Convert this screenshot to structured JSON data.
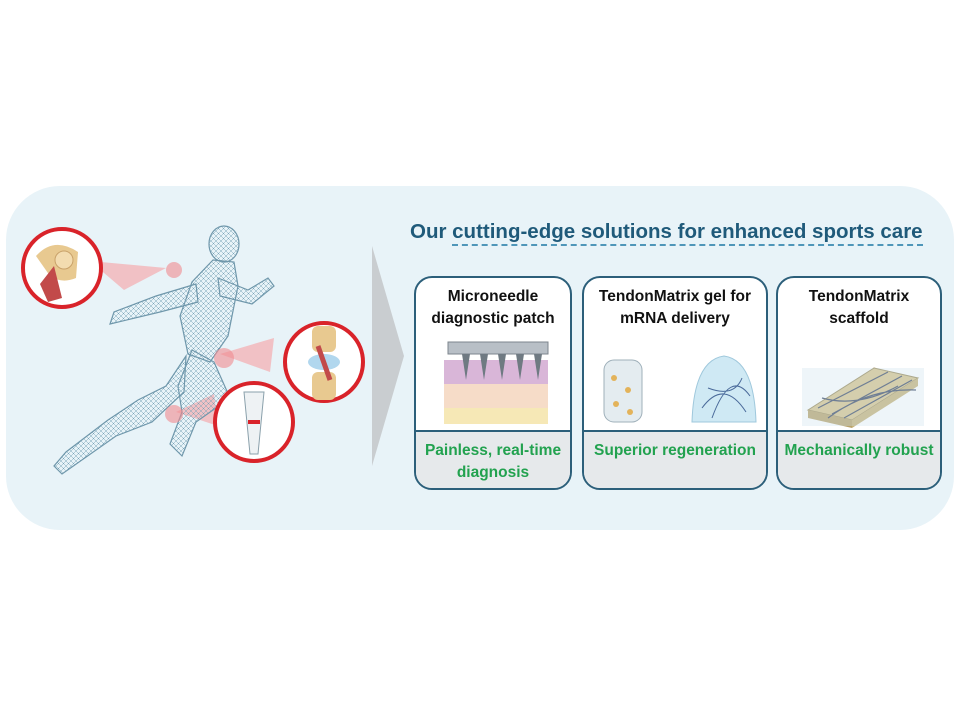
{
  "header": {
    "title_prefix": "Our ",
    "title_highlight": "cutting-edge solutions for enhanced sports care"
  },
  "cards": [
    {
      "title": "Microneedle diagnostic patch",
      "footer": "Painless, real-time diagnosis",
      "illustration": "microneedle-patch-icon"
    },
    {
      "title": "TendonMatrix gel for mRNA delivery",
      "footer": "Superior regeneration",
      "illustration": "hydrogel-icon"
    },
    {
      "title": "TendonMatrix scaffold",
      "footer": "Mechanically robust",
      "illustration": "scaffold-icon"
    }
  ],
  "injury_sites": [
    "shoulder-joint-icon",
    "knee-joint-icon",
    "achilles-tendon-icon"
  ],
  "colors": {
    "panel_bg": "#e8f3f8",
    "title": "#1f5a7a",
    "card_border": "#2c5f7a",
    "footer_text": "#22a24f",
    "callout_ring": "#d9232a"
  }
}
